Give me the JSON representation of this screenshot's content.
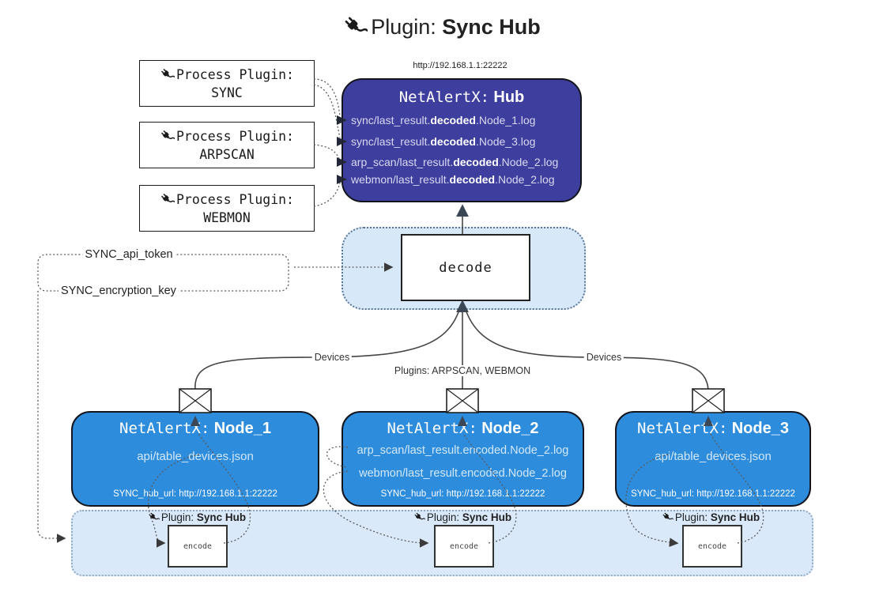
{
  "title": {
    "prefix": "Plugin:",
    "bold": "Sync Hub"
  },
  "icons": {
    "plug": "plug-icon",
    "envelope": "envelope-icon"
  },
  "process_plugins": [
    {
      "label": "Process Plugin:",
      "name": "SYNC"
    },
    {
      "label": "Process Plugin:",
      "name": "ARPSCAN"
    },
    {
      "label": "Process Plugin:",
      "name": "WEBMON"
    }
  ],
  "hub": {
    "url": "http://192.168.1.1:22222",
    "title_prefix": "NetAlertX:",
    "title_bold": "Hub",
    "lines": [
      {
        "pre": "sync/last_result.",
        "bold": "decoded",
        "post": ".Node_1.log"
      },
      {
        "pre": "sync/last_result.",
        "bold": "decoded",
        "post": ".Node_3.log"
      },
      {
        "pre": "arp_scan/last_result.",
        "bold": "decoded",
        "post": ".Node_2.log"
      },
      {
        "pre": "webmon/last_result.",
        "bold": "decoded",
        "post": ".Node_2.log"
      }
    ]
  },
  "decode": {
    "label": "decode"
  },
  "settings": {
    "api_token": "SYNC_api_token",
    "encryption_key": "SYNC_encryption_key"
  },
  "edges": {
    "devices_left": "Devices",
    "plugins": "Plugins: ARPSCAN, WEBMON",
    "devices_right": "Devices"
  },
  "nodes": [
    {
      "title_prefix": "NetAlertX:",
      "title_bold": "Node_1",
      "lines": [
        "api/table_devices.json"
      ],
      "hub_url": "SYNC_hub_url: http://192.168.1.1:22222"
    },
    {
      "title_prefix": "NetAlertX:",
      "title_bold": "Node_2",
      "lines": [
        "arp_scan/last_result.encoded.Node_2.log",
        "webmon/last_result.encoded.Node_2.log"
      ],
      "hub_url": "SYNC_hub_url: http://192.168.1.1:22222"
    },
    {
      "title_prefix": "NetAlertX:",
      "title_bold": "Node_3",
      "lines": [
        "api/table_devices.json"
      ],
      "hub_url": "SYNC_hub_url: http://192.168.1.1:22222"
    }
  ],
  "encoders": [
    {
      "plugin_prefix": "Plugin:",
      "plugin_bold": "Sync Hub",
      "label": "encode"
    },
    {
      "plugin_prefix": "Plugin:",
      "plugin_bold": "Sync Hub",
      "label": "encode"
    },
    {
      "plugin_prefix": "Plugin:",
      "plugin_bold": "Sync Hub",
      "label": "encode"
    }
  ],
  "colors": {
    "hub_fill": "#3e3e9e",
    "node_fill": "#2d8cdb",
    "band_fill": "#d7e8f9",
    "line": "#444444",
    "arrow_slate": "#3b4754"
  }
}
